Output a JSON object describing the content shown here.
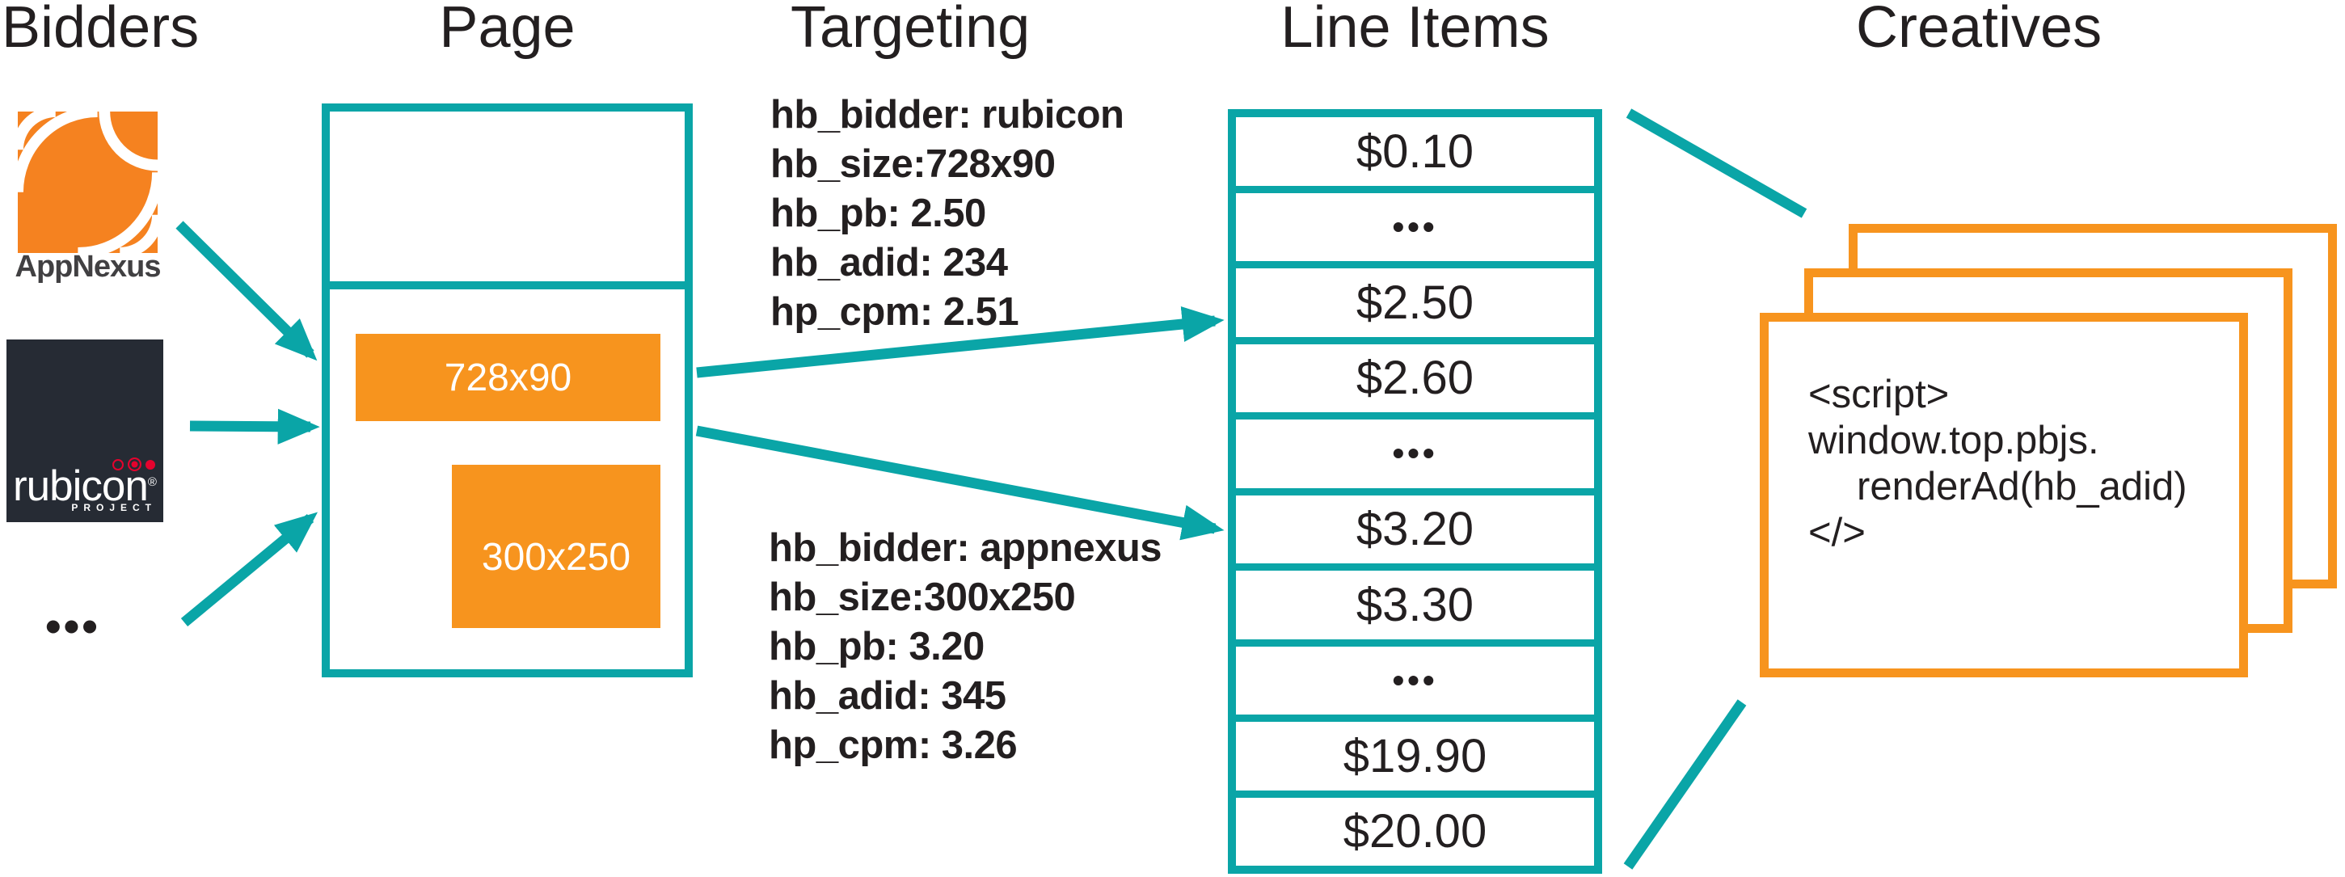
{
  "theme": {
    "teal": "#0aa5a7",
    "orange": "#f7941e",
    "ink": "#231f20",
    "appnexus_orange": "#f58220",
    "rubicon_bg": "#262b34",
    "rubicon_red": "#e4032e",
    "logo_text": "#414042"
  },
  "columns": {
    "bidders": "Bidders",
    "page": "Page",
    "targeting": "Targeting",
    "line_items": "Line Items",
    "creatives": "Creatives"
  },
  "bidders": {
    "appnexus_label": "AppNexus",
    "rubicon_word": "rubicon",
    "rubicon_reg": "®",
    "rubicon_project": "PROJECT",
    "more": "•••"
  },
  "page": {
    "slots": [
      {
        "label": "728x90"
      },
      {
        "label": "300x250"
      }
    ]
  },
  "targeting": {
    "rubicon_block": {
      "lines": [
        "hb_bidder: rubicon",
        "hb_size:728x90",
        "hb_pb: 2.50",
        "hb_adid: 234",
        "hp_cpm: 2.51"
      ]
    },
    "appnexus_block": {
      "lines": [
        "hb_bidder: appnexus",
        "hb_size:300x250",
        "hb_pb: 3.20",
        "hb_adid: 345",
        "hp_cpm: 3.26"
      ]
    }
  },
  "line_items": {
    "rows": [
      "$0.10",
      "•••",
      "$2.50",
      "$2.60",
      "•••",
      "$3.20",
      "$3.30",
      "•••",
      "$19.90",
      "$20.00"
    ]
  },
  "creatives": {
    "script_lines": [
      "<script>",
      "window.top.pbjs.",
      "renderAd(hb_adid)",
      "</>"
    ]
  }
}
